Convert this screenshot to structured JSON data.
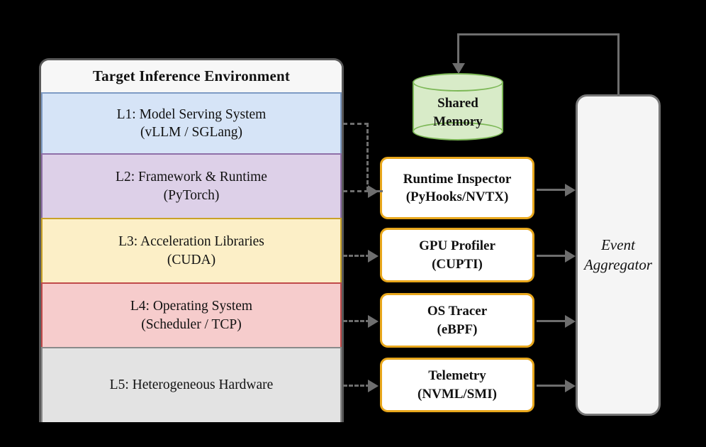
{
  "stack": {
    "header": "Target Inference Environment",
    "layers": [
      {
        "line1": "L1: Model Serving System",
        "line2": "(vLLM / SGLang)",
        "fill": "#D6E4F7",
        "border": "#7E9BC4"
      },
      {
        "line1": "L2: Framework & Runtime",
        "line2": "(PyTorch)",
        "fill": "#DDD0E8",
        "border": "#8E6FA8"
      },
      {
        "line1": "L3: Acceleration Libraries",
        "line2": "(CUDA)",
        "fill": "#FCEFC7",
        "border": "#C9A227"
      },
      {
        "line1": "L4: Operating System",
        "line2": "(Scheduler / TCP)",
        "fill": "#F6CCCC",
        "border": "#C04A4A"
      },
      {
        "line1": "L5: Heterogeneous Hardware",
        "line2": "",
        "fill": "#E3E3E3",
        "border": "#8A8A8A"
      }
    ]
  },
  "probes": [
    {
      "line1": "Runtime Inspector",
      "line2": "(PyHooks/NVTX)"
    },
    {
      "line1": "GPU Profiler",
      "line2": "(CUPTI)"
    },
    {
      "line1": "OS Tracer",
      "line2": "(eBPF)"
    },
    {
      "line1": "Telemetry",
      "line2": "(NVML/SMI)"
    }
  ],
  "shared_memory": {
    "line1": "Shared",
    "line2": "Memory"
  },
  "aggregator": {
    "line1": "Event",
    "line2": "Aggregator"
  },
  "colors": {
    "probe_border": "#E8A71C",
    "connector": "#6E6E6E",
    "cylinder_fill": "#D8EBC8",
    "cylinder_border": "#7DB857",
    "background": "#000000"
  }
}
